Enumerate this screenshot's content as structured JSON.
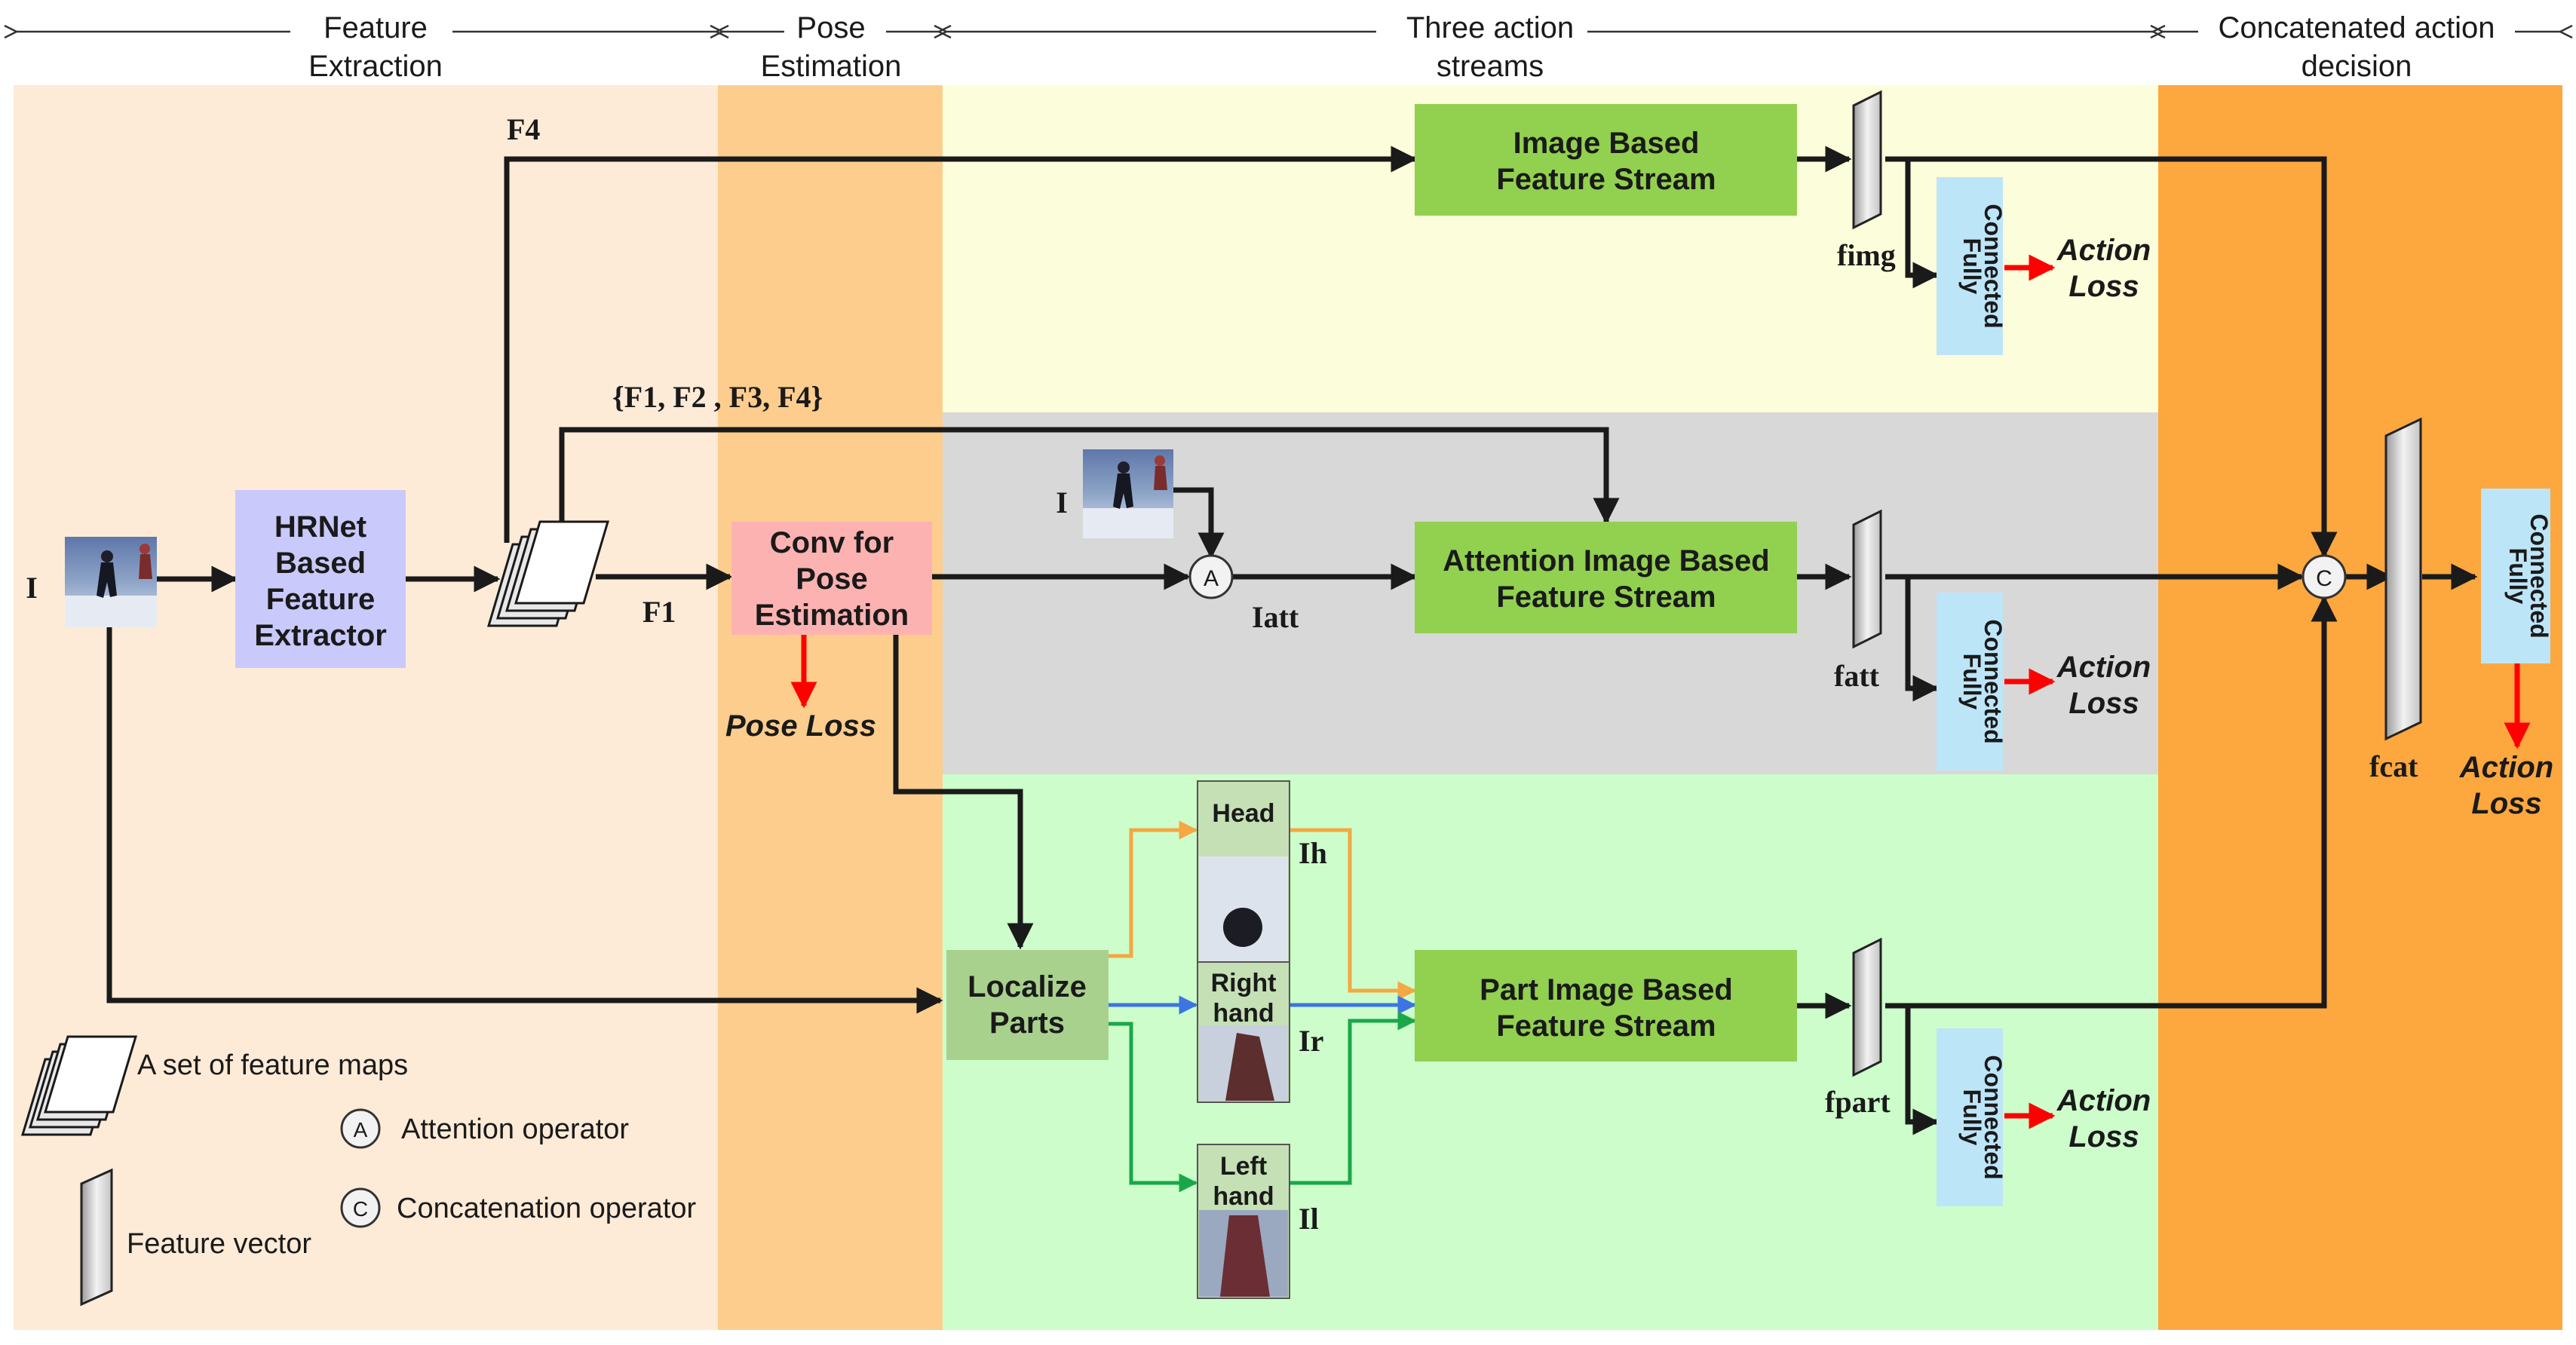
{
  "sections": {
    "feature_extraction": [
      "Feature",
      "Extraction"
    ],
    "pose_estimation": [
      "Pose",
      "Estimation"
    ],
    "three_streams": [
      "Three action",
      "streams"
    ],
    "concat_decision": [
      "Concatenated action",
      "decision"
    ]
  },
  "boxes": {
    "hrnet": [
      "HRNet",
      "Based",
      "Feature",
      "Extractor"
    ],
    "conv_pose": [
      "Conv for",
      "Pose",
      "Estimation"
    ],
    "image_stream": [
      "Image Based",
      "Feature Stream"
    ],
    "attention_stream": [
      "Attention Image Based",
      "Feature Stream"
    ],
    "part_stream": [
      "Part Image Based",
      "Feature Stream"
    ],
    "localize": [
      "Localize",
      "Parts"
    ],
    "fully_connected": [
      "Fully",
      "Connected"
    ],
    "head": [
      "Head"
    ],
    "right_hand": [
      "Right",
      "hand"
    ],
    "left_hand": [
      "Left",
      "hand"
    ]
  },
  "labels": {
    "input": "I",
    "input_small": "I",
    "f4": "F4",
    "f_set": "{F1, F2 , F3, F4}",
    "f1": "F1",
    "i_att": "Iatt",
    "i_h": "Ih",
    "i_r": "Ir",
    "i_l": "Il",
    "f_img": "fimg",
    "f_att": "fatt",
    "f_part": "fpart",
    "f_cat": "fcat",
    "pose_loss": "Pose Loss",
    "action_loss": [
      "Action",
      "Loss"
    ],
    "op_attention": "A",
    "op_concat": "C"
  },
  "legend": {
    "feature_maps": "A set of feature maps",
    "attention_op": "Attention operator",
    "concat_op": "Concatenation operator",
    "feature_vector": "Feature vector"
  },
  "colors": {
    "feature_extraction_bg": "#fdebd7",
    "pose_bg": "#fccd8d",
    "image_stream_bg": "#fcfdda",
    "attention_stream_bg": "#d8d8d8",
    "part_stream_bg": "#cdfdcb",
    "concat_bg": "#fda73f",
    "hrnet_box": "#c9c9fb",
    "conv_box": "#fdb2b2",
    "stream_box": "#92d050",
    "localize_box": "#a9d18e",
    "part_box": "#c5e0b4",
    "fc_box": "#bde5f8",
    "loss_arrow": "#ff0000",
    "head_arrow": "#f4a742",
    "right_arrow": "#3d74e2",
    "left_arrow": "#1aa74a"
  }
}
